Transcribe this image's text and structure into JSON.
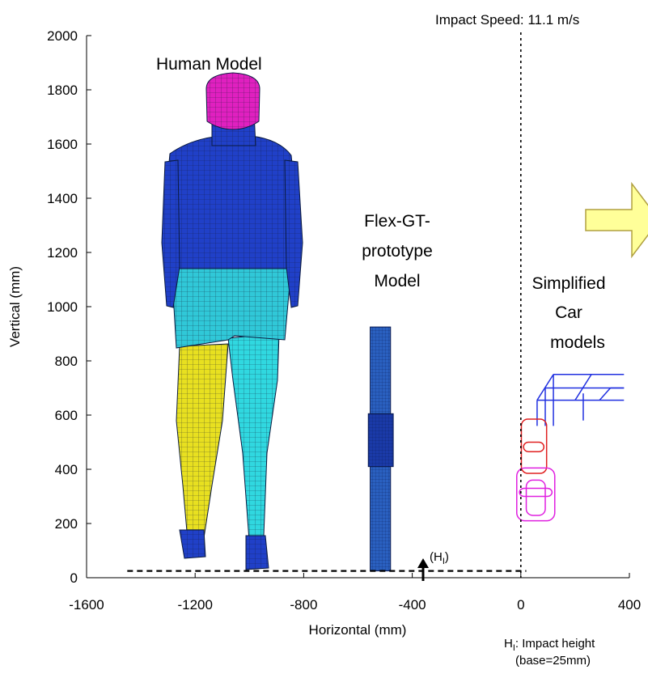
{
  "chart_data": {
    "type": "scatter",
    "ylabel": "Vertical (mm)",
    "xlabel": "Horizontal (mm)",
    "xlim": [
      -1600,
      400
    ],
    "ylim": [
      0,
      2000
    ],
    "x_ticks": [
      -1600,
      -1200,
      -800,
      -400,
      0,
      400
    ],
    "y_ticks": [
      0,
      200,
      400,
      600,
      800,
      1000,
      1200,
      1400,
      1600,
      1800,
      2000
    ],
    "ground_line_y": 25,
    "impact_line_x": 0,
    "impact_marker_x": -370
  },
  "annotations": {
    "impact_speed": "Impact Speed: 11.1 m/s",
    "human_model": "Human Model",
    "flex_line1": "Flex-GT-",
    "flex_line2": "prototype",
    "flex_line3": "Model",
    "car_line1": "Simplified",
    "car_line2": "Car",
    "car_line3": "models",
    "hi_label": "(H",
    "hi_sub": "I",
    "hi_close": ")",
    "footnote_h": "H",
    "footnote_sub": "I",
    "footnote_text": ": Impact height",
    "footnote_base": "(base=25mm)"
  },
  "colors": {
    "head": "#e020c0",
    "torso": "#2040c8",
    "hips": "#30c8d8",
    "left_leg": "#e8e020",
    "right_leg": "#30d8e0",
    "flex": "#2a60c0",
    "flex_dark": "#1a3aa8",
    "car_frame": "#2030e0",
    "car_red": "#e02020",
    "car_magenta": "#e020e0",
    "arrow_fill": "#ffff99",
    "arrow_stroke": "#b0a040"
  }
}
